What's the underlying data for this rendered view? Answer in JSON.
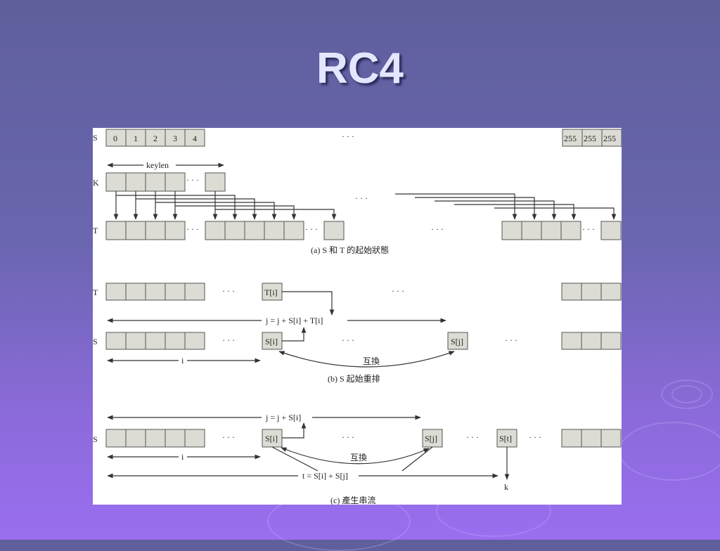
{
  "slide": {
    "title": "RC4"
  },
  "a": {
    "row_s": "S",
    "row_k": "K",
    "row_t": "T",
    "s_vals": [
      "0",
      "1",
      "2",
      "3",
      "4"
    ],
    "s_end": [
      "255",
      "255",
      "255"
    ],
    "keylen": "keylen",
    "dots": "· · ·",
    "caption": "(a) S 和 T 的起始狀態"
  },
  "b": {
    "row_t": "T",
    "row_s": "S",
    "ti": "T[i]",
    "si": "S[i]",
    "sj": "S[j]",
    "eq": "j = j + S[i] + T[i]",
    "i_label": "i",
    "swap": "互換",
    "caption": "(b) S 起始重排"
  },
  "c": {
    "row_s": "S",
    "si": "S[i]",
    "sj": "S[j]",
    "st": "S[t]",
    "eq_j": "j = j + S[i]",
    "i_label": "i",
    "swap": "互換",
    "eq_t": "t = S[i] + S[j]",
    "k": "k",
    "caption": "(c) 產生串流"
  }
}
